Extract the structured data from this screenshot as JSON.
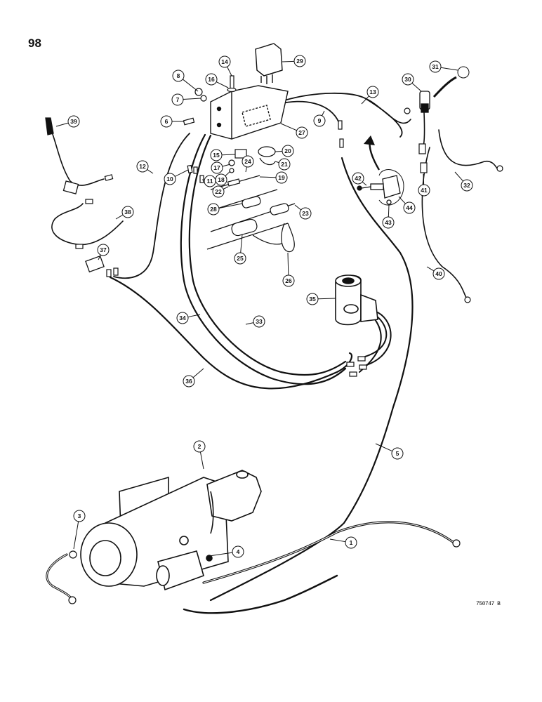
{
  "page_number": "98",
  "figure_code": "750747 B",
  "callouts": [
    "1",
    "2",
    "3",
    "4",
    "5",
    "6",
    "7",
    "8",
    "9",
    "10",
    "11",
    "12",
    "13",
    "14",
    "15",
    "16",
    "17",
    "18",
    "19",
    "20",
    "21",
    "22",
    "23",
    "24",
    "25",
    "26",
    "27",
    "28",
    "29",
    "30",
    "31",
    "32",
    "33",
    "34",
    "35",
    "36",
    "37",
    "38",
    "39",
    "40",
    "41",
    "42",
    "43",
    "44"
  ]
}
